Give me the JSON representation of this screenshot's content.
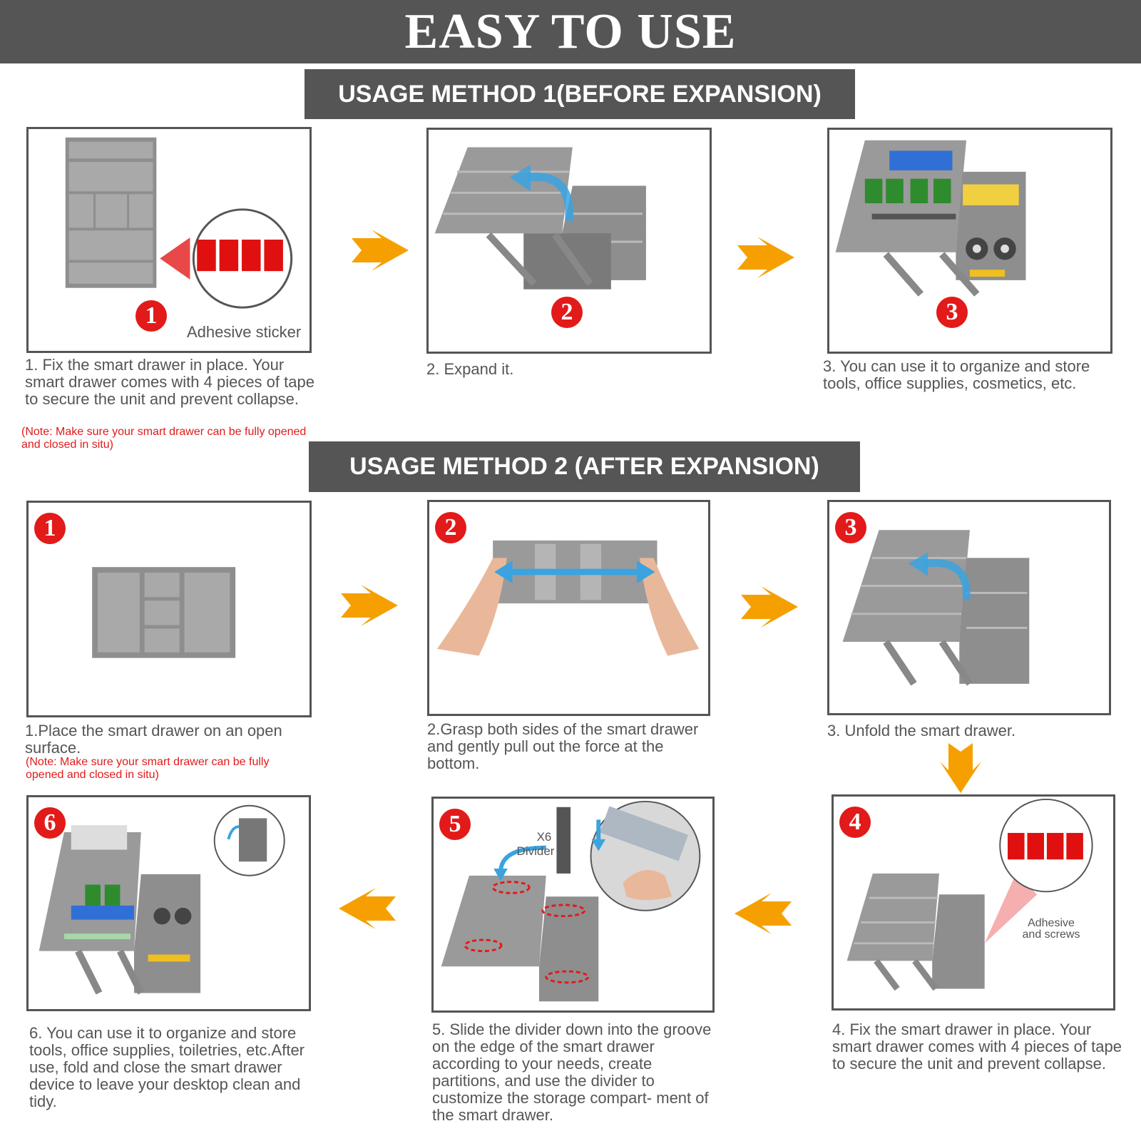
{
  "title": "EASY TO USE",
  "method1": {
    "header": "USAGE METHOD 1(BEFORE EXPANSION)",
    "steps": [
      {
        "badge": "1",
        "caption": "1. Fix the smart drawer in place. Your smart drawer comes with 4 pieces of tape to secure the unit and prevent collapse.",
        "note": "(Note: Make sure your smart drawer can be fully opened and closed in situ)",
        "label": "Adhesive sticker"
      },
      {
        "badge": "2",
        "caption": "2. Expand it."
      },
      {
        "badge": "3",
        "caption": "3. You can use it to organize and store tools, office supplies, cosmetics, etc."
      }
    ]
  },
  "method2": {
    "header": "USAGE METHOD 2 (AFTER EXPANSION)",
    "steps": [
      {
        "badge": "1",
        "caption": "1.Place the smart drawer on an open surface.",
        "note": "(Note: Make sure your smart drawer can be fully opened and closed in situ)"
      },
      {
        "badge": "2",
        "caption": "2.Grasp both sides of the smart drawer and gently pull out the force at the bottom."
      },
      {
        "badge": "3",
        "caption": "3. Unfold the smart drawer."
      },
      {
        "badge": "4",
        "caption": "4. Fix the smart drawer in place. Your smart drawer comes with 4 pieces of tape to secure the unit and prevent collapse.",
        "label_line1": "Adhesive",
        "label_line2": "and screws"
      },
      {
        "badge": "5",
        "caption": "5.  Slide the divider down into the groove on the edge of the smart drawer according to your needs, create partitions, and use the divider to customize the storage compart- ment of the smart drawer.",
        "label_line1": "X6",
        "label_line2": "Divider"
      },
      {
        "badge": "6",
        "caption": "6. You can use it to organize and store tools, office supplies, toiletries, etc.After use, fold and close the smart drawer device to leave your desktop clean and tidy."
      }
    ]
  },
  "colors": {
    "banner": "#555555",
    "badge": "#e21a1a",
    "arrow": "#f5a000",
    "tray": "#9a9a9a",
    "accent_blue": "#3aa3e0",
    "sticker": "#e01010"
  },
  "icons": [
    "right-arrow-icon",
    "down-arrow-icon",
    "left-arrow-icon",
    "curved-arrow-icon",
    "double-arrow-icon"
  ]
}
